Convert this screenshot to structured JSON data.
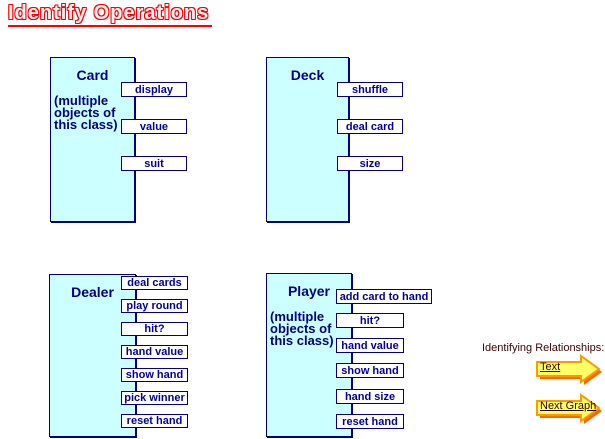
{
  "title": "Identify Operations",
  "classes": [
    {
      "name": "Card",
      "note": "(multiple objects of this class)",
      "operations": [
        "display",
        "value",
        "suit"
      ]
    },
    {
      "name": "Deck",
      "note": "",
      "operations": [
        "shuffle",
        "deal card",
        "size"
      ]
    },
    {
      "name": "Dealer",
      "note": "",
      "operations": [
        "deal cards",
        "play round",
        "hit?",
        "hand value",
        "show hand",
        "pick winner",
        "reset hand"
      ]
    },
    {
      "name": "Player",
      "note": "(multiple objects of this class)",
      "operations": [
        "add card to hand",
        "hit?",
        "hand value",
        "show hand",
        "hand size",
        "reset hand"
      ]
    }
  ],
  "legend": {
    "label": "Identifying Relationships:",
    "nav_buttons": [
      {
        "label": "Text"
      },
      {
        "label": "Next Graph"
      }
    ]
  },
  "colors": {
    "class_fill": "#CCFFFF",
    "class_border": "#000080",
    "button_fill": "#FFFFFF",
    "button_text": "#0000A0",
    "title_red": "#FF0000",
    "legend_text": "#400000",
    "arrow_fill": "#FFFF66",
    "arrow_border": "#FF9900",
    "arrow_shadow": "#FF6600"
  }
}
